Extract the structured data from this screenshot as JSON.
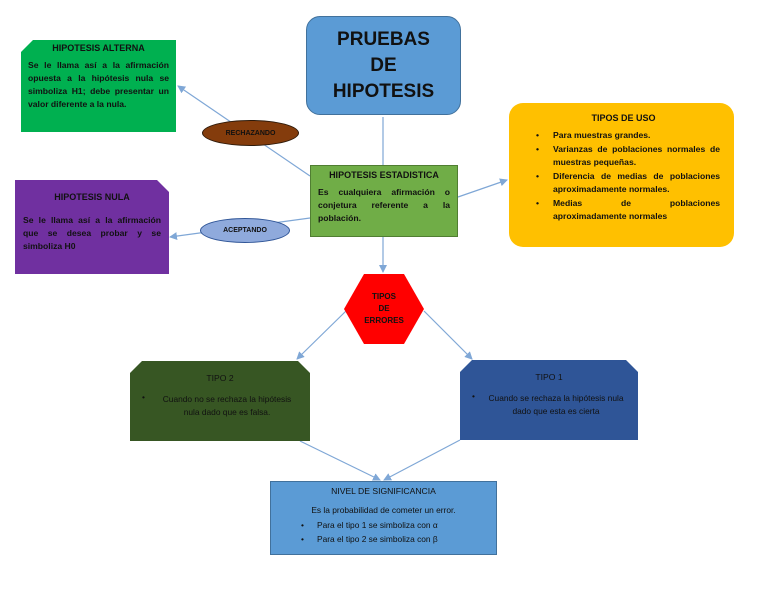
{
  "title": {
    "line1": "PRUEBAS",
    "line2": "DE",
    "line3": "HIPOTESIS"
  },
  "hipotesis_alterna": {
    "heading": "HIPOTESIS ALTERNA",
    "text": "Se le llama así a la afirmación opuesta a la hipótesis nula se simboliza H1; debe presentar un valor diferente a la nula."
  },
  "hipotesis_nula": {
    "heading": "HIPOTESIS NULA",
    "text": "Se le llama así a la afirmación que se desea probar y se simboliza H0"
  },
  "hipotesis_estadistica": {
    "heading": "HIPOTESIS ESTADISTICA",
    "text": "Es cualquiera afirmación o conjetura referente a la población."
  },
  "tipos_de_uso": {
    "heading": "TIPOS DE USO",
    "items": [
      "Para muestras grandes.",
      "Varianzas de poblaciones normales de muestras pequeñas.",
      "Diferencia de medias de poblaciones aproximadamente normales.",
      "Medias de poblaciones aproximadamente normales"
    ]
  },
  "labels": {
    "rechazando": "RECHAZANDO",
    "aceptando": "ACEPTANDO"
  },
  "tipos_de_errores": {
    "line1": "TIPOS",
    "line2": "DE",
    "line3": "ERRORES"
  },
  "tipo2": {
    "heading": "TIPO 2",
    "text": "Cuando no se rechaza la hipótesis nula dado que es falsa."
  },
  "tipo1": {
    "heading": "TIPO 1",
    "text": "Cuando se rechaza la hipótesis nula dado que esta es cierta"
  },
  "nivel_de_significancia": {
    "heading": "NIVEL DE SIGNIFICANCIA",
    "text": "Es la probabilidad de cometer un error.",
    "items": [
      "Para el tipo 1 se simboliza con α",
      "Para el tipo 2 se simboliza con β"
    ]
  },
  "colors": {
    "title_bg": "#5b9bd5",
    "alterna_bg": "#00b050",
    "nula_bg": "#7030a0",
    "estadistica_bg": "#70ad47",
    "uso_bg": "#ffc000",
    "rechazando_bg": "#843c0c",
    "aceptando_bg": "#8faadc",
    "errores_bg": "#ff0000",
    "tipo2_bg": "#375623",
    "tipo1_bg": "#2f5597",
    "nivel_bg": "#5b9bd5",
    "connector": "#7fa7d6"
  }
}
